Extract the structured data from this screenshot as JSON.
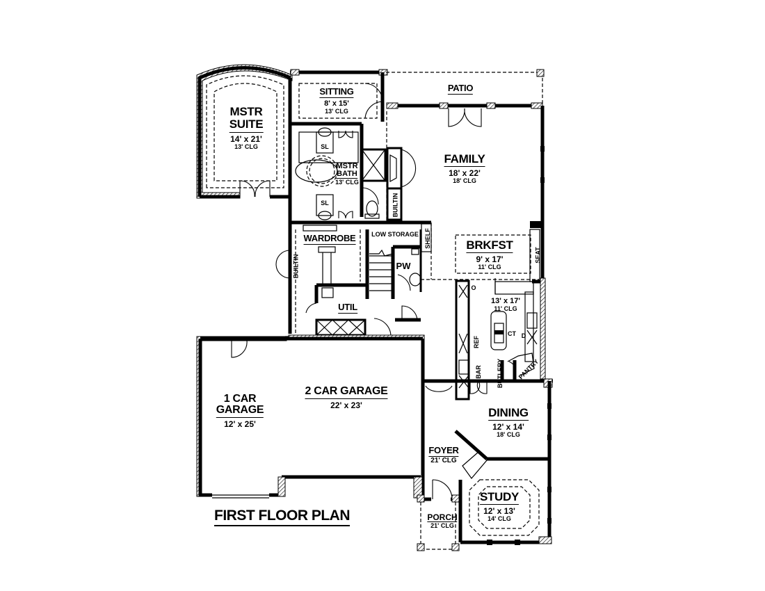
{
  "plan_title": "FIRST FLOOR PLAN",
  "rooms": {
    "mstr_suite": {
      "name_line1": "MSTR",
      "name_line2": "SUITE",
      "dim": "14' x 21'",
      "clg": "13' CLG"
    },
    "sitting": {
      "name": "SITTING",
      "dim": "8' x 15'",
      "clg": "13' CLG"
    },
    "patio": {
      "name": "PATIO"
    },
    "family": {
      "name": "FAMILY",
      "dim": "18' x 22'",
      "clg": "18' CLG"
    },
    "mstr_bath": {
      "name_line1": "MSTR",
      "name_line2": "BATH",
      "clg": "13' CLG"
    },
    "wardrobe": {
      "name": "WARDROBE"
    },
    "low_storage": {
      "name": "LOW STORAGE"
    },
    "pw": {
      "name": "PW"
    },
    "util": {
      "name": "UTIL"
    },
    "brkfst": {
      "name": "BRKFST",
      "dim": "9' x 17'",
      "clg": "11' CLG"
    },
    "kitchen": {
      "dim": "13' x 17'",
      "clg": "11' CLG"
    },
    "one_car_garage": {
      "name_line1": "1 CAR",
      "name_line2": "GARAGE",
      "dim": "12' x 25'"
    },
    "two_car_garage": {
      "name": "2 CAR GARAGE",
      "dim": "22' x 23'"
    },
    "dining": {
      "name": "DINING",
      "dim": "12' x 14'",
      "clg": "18' CLG"
    },
    "foyer": {
      "name": "FOYER",
      "clg": "21' CLG"
    },
    "study": {
      "name": "STUDY",
      "dim": "12' x 13'",
      "clg": "14' CLG"
    },
    "porch": {
      "name": "PORCH",
      "clg": "21' CLG"
    }
  },
  "fixture_labels": {
    "sl_top": "SL",
    "sl_bottom": "SL",
    "builtin_family": "BUILTIN",
    "builtin_wardrobe": "BUILTIN",
    "shelf": "SHELF",
    "seat": "SEAT",
    "oven": "O",
    "ref": "REF",
    "bar": "BAR",
    "butlery": "BUTLERY",
    "pantry": "PANTRY",
    "cooktop": "CT",
    "dishwasher": "D"
  }
}
